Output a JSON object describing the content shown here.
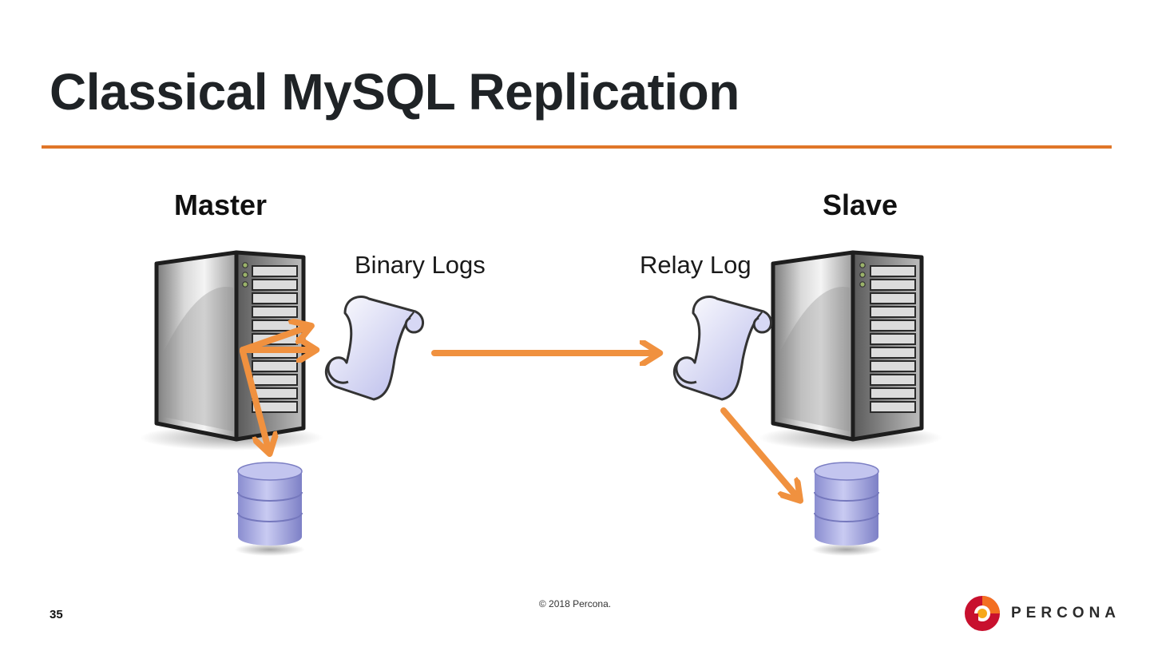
{
  "slide": {
    "title": "Classical MySQL Replication",
    "page_number": "35",
    "copyright": "© 2018 Percona."
  },
  "diagram": {
    "nodes": [
      {
        "id": "master",
        "label": "Master",
        "log_label": "Binary Logs"
      },
      {
        "id": "slave",
        "label": "Slave",
        "log_label": "Relay Log"
      }
    ]
  },
  "logo": {
    "text": "PERCONA"
  },
  "colors": {
    "accent": "#e07628",
    "arrow": "#f0913f",
    "title": "#1f2326",
    "database": "#9ea1dc",
    "server_dark": "#2c2c2c",
    "logo_red": "#c8102e",
    "logo_orange": "#f7a81b"
  }
}
